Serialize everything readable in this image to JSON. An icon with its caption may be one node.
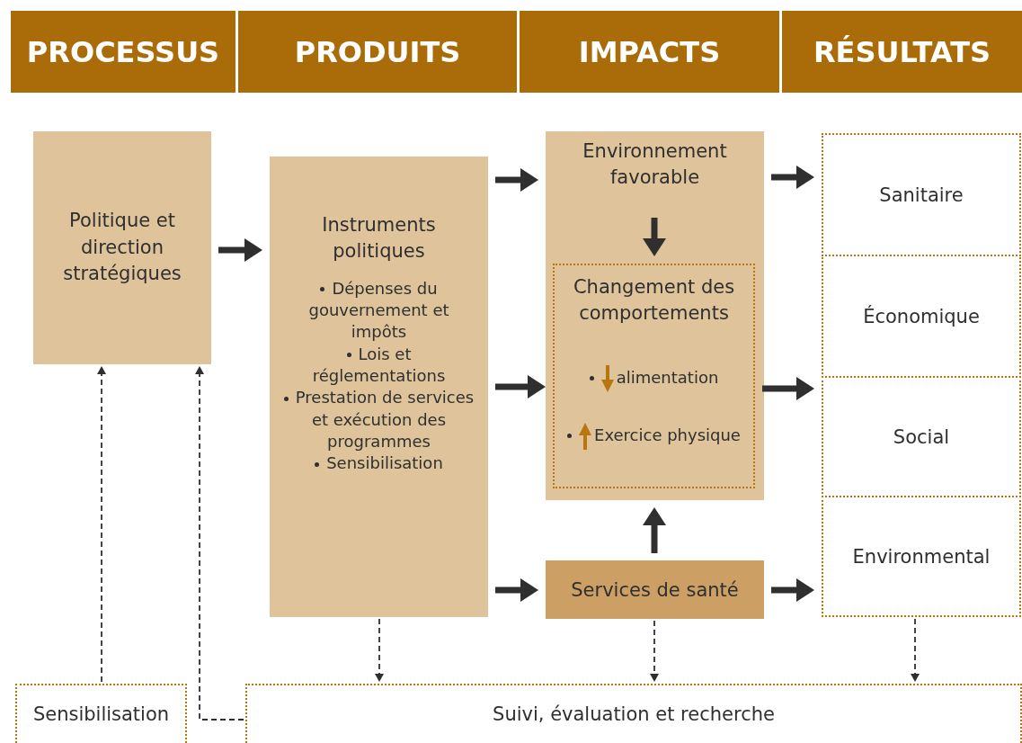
{
  "diagram": {
    "nodes": [
      {
        "text": [
          "PROCESSUS"
        ]
      },
      {
        "text": [
          "PRODUITS"
        ]
      },
      {
        "text": [
          "IMPACTS"
        ]
      },
      {
        "text": [
          "RÉSULTATS"
        ]
      },
      {
        "text": [
          "Politique et direction stratégiques"
        ]
      },
      {
        "text": [
          "Instruments politiques",
          "Dépenses du gouvernement et impôts",
          "Lois et réglementations",
          "Prestation de services et exécution des programmes",
          "Sensibilisation"
        ]
      },
      {
        "text": [],
        "shape": "box"
      },
      {
        "text": [
          "Environnement favorable"
        ],
        "in": 6
      },
      {
        "text": [
          "Changement des comportements",
          "alimentation",
          "Exercice physique"
        ],
        "in": 6
      },
      {
        "text": [
          "Services de santé"
        ]
      },
      {
        "text": [
          "Sanitaire"
        ]
      },
      {
        "text": [
          "Économique"
        ]
      },
      {
        "text": [
          "Social"
        ]
      },
      {
        "text": [
          "Environmental"
        ]
      },
      {
        "text": [
          "Sensibilisation"
        ]
      },
      {
        "text": [
          "Suivi, évaluation et recherche"
        ]
      }
    ],
    "edges": [
      {
        "from": 4,
        "to": 5,
        "arrow": "to"
      },
      {
        "from": 5,
        "to": 6,
        "arrow": "to"
      },
      {
        "from": 5,
        "to": 8,
        "arrow": "to"
      },
      {
        "from": 5,
        "to": 9,
        "arrow": "to"
      },
      {
        "from": 7,
        "to": 8,
        "arrow": "to"
      },
      {
        "from": 9,
        "to": 6,
        "arrow": "to"
      },
      {
        "from": 6,
        "to": 10,
        "arrow": "to"
      },
      {
        "from": 8,
        "to": 12,
        "arrow": "to"
      },
      {
        "from": 9,
        "to": 13,
        "arrow": "to"
      },
      {
        "from": 14,
        "to": 4,
        "arrow": "to",
        "style": "dashed"
      },
      {
        "from": 15,
        "to": 4,
        "arrow": "to",
        "style": "dashed"
      },
      {
        "from": 5,
        "to": 15,
        "arrow": "to",
        "style": "dashed"
      },
      {
        "from": 9,
        "to": 15,
        "arrow": "to",
        "style": "dashed"
      },
      {
        "from": 13,
        "to": 15,
        "arrow": "to",
        "style": "dashed"
      }
    ]
  }
}
